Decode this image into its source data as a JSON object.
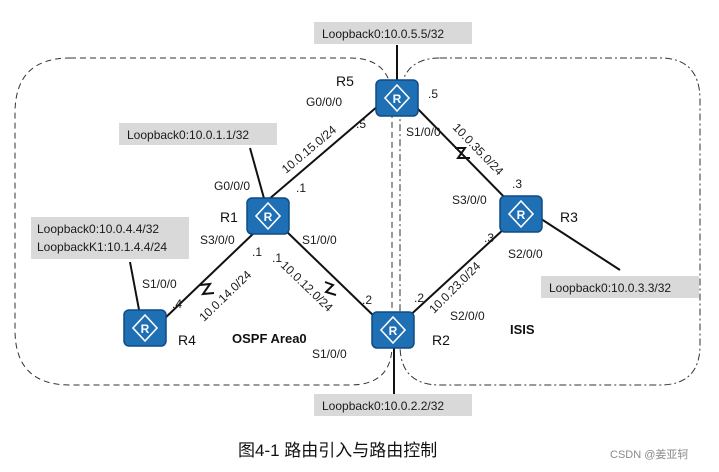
{
  "routers": {
    "r1": "R1",
    "r2": "R2",
    "r3": "R3",
    "r4": "R4",
    "r5": "R5"
  },
  "areas": {
    "ospf": "OSPF Area0",
    "isis": "ISIS"
  },
  "loopbacks": {
    "r5": "Loopback0:10.0.5.5/32",
    "r1": "Loopback0:10.0.1.1/32",
    "r4_0": "Loopback0:10.0.4.4/32",
    "r4_1": "LoopbackK1:10.1.4.4/24",
    "r3": "Loopback0:10.0.3.3/32",
    "r2": "Loopback0:10.0.2.2/32"
  },
  "interfaces": {
    "r5_g000": "G0/0/0",
    "r5_s100": "S1/0/0",
    "r1_g000": "G0/0/0",
    "r1_s300": "S3/0/0",
    "r1_s100": "S1/0/0",
    "r4_s100": "S1/0/0",
    "r3_s300": "S3/0/0",
    "r3_s200": "S2/0/0",
    "r2_s200": "S2/0/0",
    "r2_s100": "S1/0/0"
  },
  "host_ids": {
    "r5_left": ".5",
    "r5_right": ".5",
    "r1_top": ".1",
    "r1_left": ".1",
    "r1_right": ".1",
    "r4": ".4",
    "r3_top": ".3",
    "r3_left": ".3",
    "r2_left": ".2",
    "r2_right": ".2"
  },
  "subnets": {
    "r1_r5": "10.0.15.0/24",
    "r5_r3": "10.0.35.0/24",
    "r1_r4": "10.0.14.0/24",
    "r1_r2": "10.0.12.0/24",
    "r2_r3": "10.0.23.0/24"
  },
  "caption": "图4-1  路由引入与路由控制",
  "watermark": "CSDN @姜亚轲",
  "colors": {
    "router_fill": "#1f6fb5",
    "router_stroke": "#0e4c86",
    "loopback_bg": "#d9d9d9",
    "line": "#111111"
  }
}
